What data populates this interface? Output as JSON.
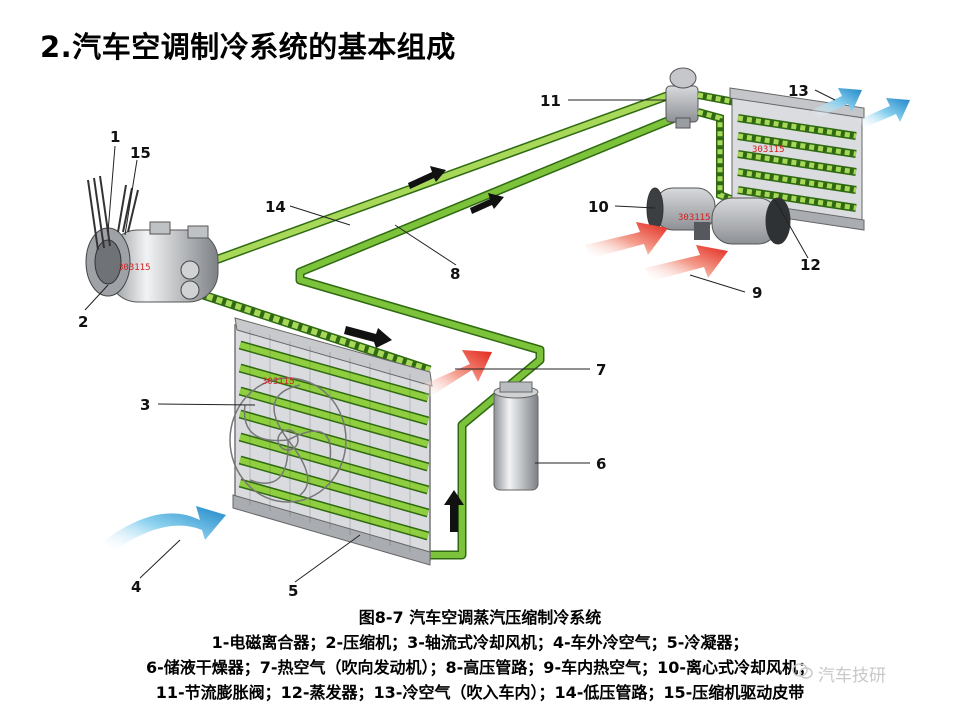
{
  "title": "2.汽车空调制冷系统的基本组成",
  "watermark_code": "303115",
  "callouts": [
    "1",
    "15",
    "2",
    "3",
    "4",
    "5",
    "6",
    "7",
    "8",
    "9",
    "10",
    "11",
    "12",
    "13",
    "14"
  ],
  "caption": {
    "title": "图8-7   汽车空调蒸汽压缩制冷系统",
    "line1": "1-电磁离合器；2-压缩机；3-轴流式冷却风机；4-车外冷空气；5-冷凝器；",
    "line2": "6-储液干燥器；7-热空气（吹向发动机）；8-高压管路；9-车内热空气；10-离心式冷却风机；",
    "line3": "11-节流膨胀阀；12-蒸发器；13-冷空气（吹入车内）；14-低压管路；15-压缩机驱动皮带"
  },
  "brand": "汽车技研",
  "colors": {
    "pipe_green": "#7cc23a",
    "pipe_outline": "#2f6a12",
    "hot_arrow": "#e83a2a",
    "cold_arrow": "#2e8fd1",
    "metal": "#b9bcc0"
  },
  "icons": [
    "wechat-icon"
  ]
}
